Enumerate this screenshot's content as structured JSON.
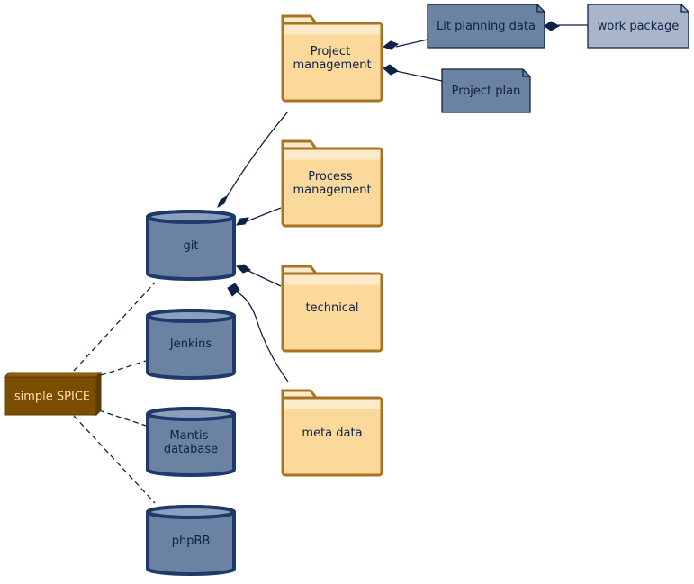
{
  "diagram": {
    "system": {
      "label": "simple SPICE"
    },
    "repositories": [
      {
        "lines": [
          "git"
        ]
      },
      {
        "lines": [
          "Jenkins"
        ]
      },
      {
        "lines": [
          "Mantis",
          "database"
        ]
      },
      {
        "lines": [
          "phpBB"
        ]
      }
    ],
    "folders": [
      {
        "lines": [
          "Project",
          "management"
        ]
      },
      {
        "lines": [
          "Process",
          "management"
        ]
      },
      {
        "lines": [
          "technical"
        ]
      },
      {
        "lines": [
          "meta data"
        ]
      }
    ],
    "documents": [
      {
        "lines": [
          "Lit planning data"
        ]
      },
      {
        "lines": [
          "Project plan"
        ]
      },
      {
        "lines": [
          "work package"
        ]
      }
    ],
    "colors": {
      "system_fill": "#7a4e00",
      "system_text": "#ffe0a6",
      "repo_fill": "#6b82a3",
      "repo_stroke": "#1e3a6a",
      "folder_fill": "#fbd99a",
      "folder_tab_fill": "#fdeacb",
      "folder_stroke": "#a87423",
      "doc_fill": "#6b82a3",
      "doc_light_fill": "#a9b6c9",
      "doc_stroke": "#0f2147",
      "line": "#0f2147",
      "text": "#0f2147"
    }
  }
}
